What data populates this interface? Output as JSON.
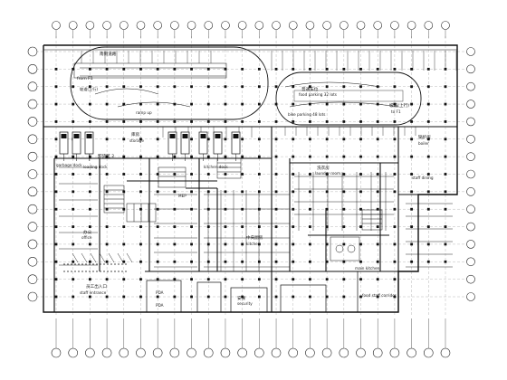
{
  "drawing": {
    "axis_bubble_count_top": 24,
    "axis_bubble_count_left": 15,
    "labels": {
      "service_road_cn": "南侧道路",
      "loading_cn": "卸货区 2",
      "loading_en": "loading dock",
      "storage_cn": "库房",
      "storage_en": "storage",
      "garbage_en": "garbage dock",
      "kitchen_dock_en": "kitchen dock",
      "ramp_up_left": "坡道(上行)",
      "ramp_up_left_en": "ramp up",
      "ramp_down_left": "from F1",
      "right_parking_cn": "普通车位",
      "right_parking_en": "food parking 32 lots",
      "bike_parking_en": "bike parking 48 lots",
      "right_ramp_cn": "坡道(上行)",
      "right_ramp_en": "to F1",
      "boiler_cn": "锅炉房",
      "boiler_en": "boiler",
      "laundry_cn": "洗衣房",
      "laundry_en": "laundry room",
      "staff_dining_en": "staff dining",
      "kitchen_cn": "中央厨房",
      "kitchen_en": "kitchen",
      "main_kitchen_en": "main kitchen",
      "office_cn": "办公",
      "office_en": "office",
      "mep_en": "MEP",
      "pda_en": "PDA",
      "staff_entrance_cn": "员工出入口",
      "staff_entrance_en": "staff entrance",
      "security_cn": "安保",
      "security_en": "security",
      "staff_corridor_en": "food staff corridor"
    }
  }
}
